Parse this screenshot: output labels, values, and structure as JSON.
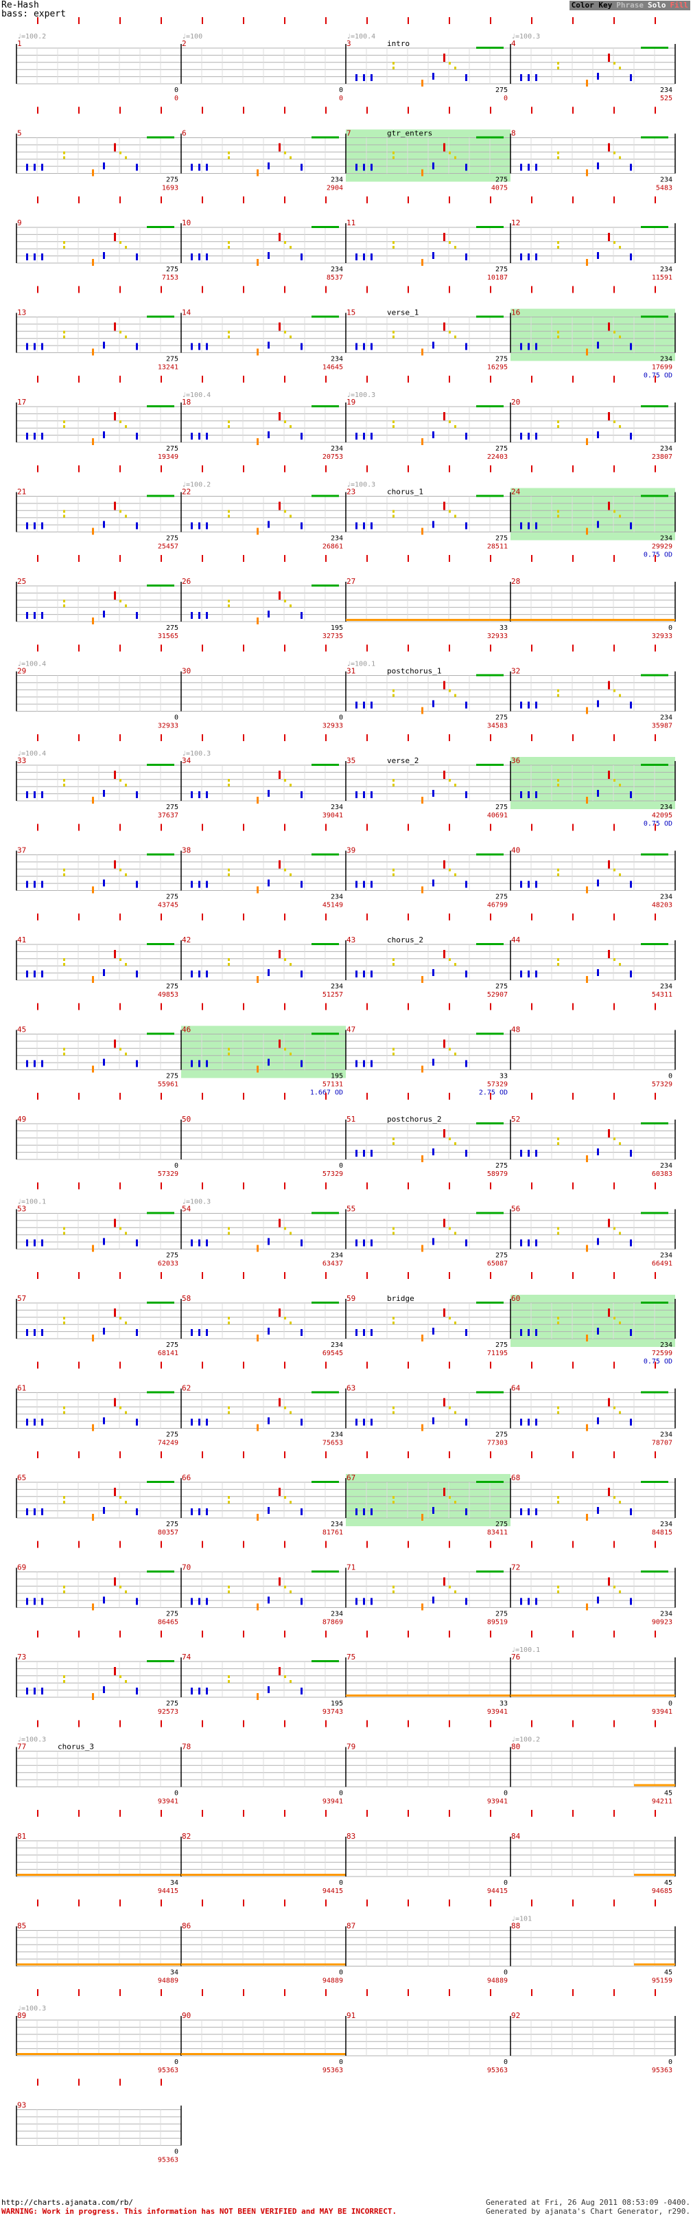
{
  "header": {
    "title": "Re-Hash",
    "difficulty": "bass: expert"
  },
  "legend": {
    "items": [
      {
        "label": "Color Key",
        "bg": "#808080",
        "fg": "#000000"
      },
      {
        "label": "Phrase",
        "bg": "#808080",
        "fg": "#bfbfbf"
      },
      {
        "label": "Solo",
        "bg": "#808080",
        "fg": "#ffffff"
      },
      {
        "label": "Fill",
        "bg": "#808080",
        "fg": "#ff6666"
      }
    ]
  },
  "colors": {
    "measure_number": "#c00000",
    "score": "#c00000",
    "multiplier_score": "#0000c0",
    "tempo": "#999999",
    "beat_tick": "#dd0000",
    "overdrive_fill": "#b8f0b8",
    "sustain": "#ff9900",
    "phrase_marker": "#00aa00",
    "note_blue": "#0000dd",
    "note_yellow": "#ddcc00",
    "note_orange": "#ff8800",
    "note_red": "#dd0000"
  },
  "chart_data": {
    "type": "table",
    "description_measures": [
      {
        "num": 1,
        "tempo": "♩=100.2",
        "section": "",
        "score": "0"
      },
      {
        "num": 2,
        "tempo": "♩=100",
        "section": "",
        "score": "0"
      },
      {
        "num": 3,
        "tempo": "♩=100.4",
        "section": "intro",
        "score": "0"
      },
      {
        "num": 4,
        "tempo": "♩=100.3",
        "section": "",
        "score": "525"
      },
      {
        "num": 5,
        "tempo": "",
        "section": "",
        "score": "1693"
      },
      {
        "num": 6,
        "tempo": "",
        "section": "",
        "score": "2904"
      },
      {
        "num": 7,
        "tempo": "",
        "section": "gtr_enters",
        "score": "4075"
      },
      {
        "num": 8,
        "tempo": "",
        "section": "",
        "score": "5483"
      },
      {
        "num": 9,
        "tempo": "",
        "section": "",
        "score": "7153"
      },
      {
        "num": 10,
        "tempo": "",
        "section": "",
        "score": "8537"
      },
      {
        "num": 11,
        "tempo": "",
        "section": "",
        "score": "10187"
      },
      {
        "num": 12,
        "tempo": "",
        "section": "",
        "score": "11591"
      },
      {
        "num": 13,
        "tempo": "",
        "section": "",
        "score": "13241"
      },
      {
        "num": 14,
        "tempo": "",
        "section": "",
        "score": "14645"
      },
      {
        "num": 15,
        "tempo": "",
        "section": "verse_1",
        "score": "16295"
      },
      {
        "num": 16,
        "tempo": "",
        "section": "",
        "score": "17699"
      },
      {
        "num": 17,
        "tempo": "",
        "section": "",
        "score": "19349"
      },
      {
        "num": 18,
        "tempo": "♩=100.4",
        "section": "",
        "score": "20753"
      },
      {
        "num": 19,
        "tempo": "♩=100.3",
        "section": "",
        "score": "22403"
      },
      {
        "num": 20,
        "tempo": "",
        "section": "",
        "score": "23807"
      },
      {
        "num": 21,
        "tempo": "",
        "section": "",
        "score": "25457"
      },
      {
        "num": 22,
        "tempo": "♩=100.2",
        "section": "",
        "score": "26861"
      },
      {
        "num": 23,
        "tempo": "♩=100.3",
        "section": "chorus_1",
        "score": "28511"
      },
      {
        "num": 24,
        "tempo": "",
        "section": "",
        "score": "29929"
      },
      {
        "num": 25,
        "tempo": "",
        "section": "",
        "score": "31565"
      },
      {
        "num": 26,
        "tempo": "",
        "section": "",
        "score": "32735"
      },
      {
        "num": 27,
        "tempo": "",
        "section": "",
        "score": "32933"
      },
      {
        "num": 28,
        "tempo": "",
        "section": "",
        "score": "32933"
      },
      {
        "num": 29,
        "tempo": "♩=100.4",
        "section": "",
        "score": "32933"
      },
      {
        "num": 30,
        "tempo": "",
        "section": "",
        "score": "32933"
      },
      {
        "num": 31,
        "tempo": "♩=100.1",
        "section": "postchorus_1",
        "score": "34583"
      },
      {
        "num": 32,
        "tempo": "",
        "section": "",
        "score": "35987"
      },
      {
        "num": 33,
        "tempo": "♩=100.4",
        "section": "",
        "score": "37637"
      },
      {
        "num": 34,
        "tempo": "♩=100.3",
        "section": "",
        "score": "39041"
      },
      {
        "num": 35,
        "tempo": "",
        "section": "verse_2",
        "score": "40691"
      },
      {
        "num": 36,
        "tempo": "",
        "section": "",
        "score": "42095"
      },
      {
        "num": 37,
        "tempo": "",
        "section": "",
        "score": "43745"
      },
      {
        "num": 38,
        "tempo": "",
        "section": "",
        "score": "45149"
      },
      {
        "num": 39,
        "tempo": "",
        "section": "",
        "score": "46799"
      },
      {
        "num": 40,
        "tempo": "",
        "section": "",
        "score": "48203"
      },
      {
        "num": 41,
        "tempo": "",
        "section": "",
        "score": "49853"
      },
      {
        "num": 42,
        "tempo": "",
        "section": "",
        "score": "51257"
      },
      {
        "num": 43,
        "tempo": "",
        "section": "chorus_2",
        "score": "52907"
      },
      {
        "num": 44,
        "tempo": "",
        "section": "",
        "score": "54311"
      },
      {
        "num": 45,
        "tempo": "",
        "section": "",
        "score": "55961"
      },
      {
        "num": 46,
        "tempo": "",
        "section": "",
        "score": "57131"
      },
      {
        "num": 47,
        "tempo": "",
        "section": "",
        "score": "57329"
      },
      {
        "num": 48,
        "tempo": "",
        "section": "",
        "score": "57329"
      },
      {
        "num": 49,
        "tempo": "",
        "section": "",
        "score": "57329"
      },
      {
        "num": 50,
        "tempo": "",
        "section": "",
        "score": "57329"
      },
      {
        "num": 51,
        "tempo": "",
        "section": "postchorus_2",
        "score": "58979"
      },
      {
        "num": 52,
        "tempo": "",
        "section": "",
        "score": "60383"
      },
      {
        "num": 53,
        "tempo": "♩=100.1",
        "section": "",
        "score": "62033"
      },
      {
        "num": 54,
        "tempo": "♩=100.3",
        "section": "",
        "score": "63437"
      },
      {
        "num": 55,
        "tempo": "",
        "section": "",
        "score": "65087"
      },
      {
        "num": 56,
        "tempo": "",
        "section": "",
        "score": "66491"
      },
      {
        "num": 57,
        "tempo": "",
        "section": "",
        "score": "68141"
      },
      {
        "num": 58,
        "tempo": "",
        "section": "",
        "score": "69545"
      },
      {
        "num": 59,
        "tempo": "",
        "section": "bridge",
        "score": "71195"
      },
      {
        "num": 60,
        "tempo": "",
        "section": "",
        "score": "72599"
      },
      {
        "num": 61,
        "tempo": "",
        "section": "",
        "score": "74249"
      },
      {
        "num": 62,
        "tempo": "",
        "section": "",
        "score": "75653"
      },
      {
        "num": 63,
        "tempo": "",
        "section": "",
        "score": "77303"
      },
      {
        "num": 64,
        "tempo": "",
        "section": "",
        "score": "78707"
      },
      {
        "num": 65,
        "tempo": "",
        "section": "",
        "score": "80357"
      },
      {
        "num": 66,
        "tempo": "",
        "section": "",
        "score": "81761"
      },
      {
        "num": 67,
        "tempo": "",
        "section": "",
        "score": "83411"
      },
      {
        "num": 68,
        "tempo": "",
        "section": "",
        "score": "84815"
      },
      {
        "num": 69,
        "tempo": "",
        "section": "",
        "score": "86465"
      },
      {
        "num": 70,
        "tempo": "",
        "section": "",
        "score": "87869"
      },
      {
        "num": 71,
        "tempo": "",
        "section": "",
        "score": "89519"
      },
      {
        "num": 72,
        "tempo": "",
        "section": "",
        "score": "90923"
      },
      {
        "num": 73,
        "tempo": "",
        "section": "",
        "score": "92573"
      },
      {
        "num": 74,
        "tempo": "",
        "section": "",
        "score": "93743"
      },
      {
        "num": 75,
        "tempo": "",
        "section": "",
        "score": "93941"
      },
      {
        "num": 76,
        "tempo": "♩=100.1",
        "section": "",
        "score": "93941"
      },
      {
        "num": 77,
        "tempo": "♩=100.3",
        "section": "chorus_3",
        "score": "93941"
      },
      {
        "num": 78,
        "tempo": "",
        "section": "",
        "score": "93941"
      },
      {
        "num": 79,
        "tempo": "",
        "section": "",
        "score": "93941"
      },
      {
        "num": 80,
        "tempo": "♩=100.2",
        "section": "",
        "score": "94211"
      },
      {
        "num": 81,
        "tempo": "",
        "section": "",
        "score": "94415"
      },
      {
        "num": 82,
        "tempo": "",
        "section": "",
        "score": "94415"
      },
      {
        "num": 83,
        "tempo": "",
        "section": "",
        "score": "94415"
      },
      {
        "num": 84,
        "tempo": "",
        "section": "",
        "score": "94685"
      },
      {
        "num": 85,
        "tempo": "",
        "section": "",
        "score": "94889"
      },
      {
        "num": 86,
        "tempo": "",
        "section": "",
        "score": "94889"
      },
      {
        "num": 87,
        "tempo": "",
        "section": "",
        "score": "94889"
      },
      {
        "num": 88,
        "tempo": "♩=101",
        "section": "",
        "score": "95159"
      },
      {
        "num": 89,
        "tempo": "♩=100.3",
        "section": "",
        "score": "95363"
      },
      {
        "num": 90,
        "tempo": "",
        "section": "",
        "score": "95363"
      },
      {
        "num": 91,
        "tempo": "",
        "section": "",
        "score": "95363"
      },
      {
        "num": 92,
        "tempo": "",
        "section": "",
        "score": "95363"
      },
      {
        "num": 93,
        "tempo": "",
        "section": "",
        "score": "95363"
      }
    ],
    "measure_note_counts": [
      {
        "num": 1,
        "count": "0"
      },
      {
        "num": 2,
        "count": "0"
      },
      {
        "num": 3,
        "count": "275"
      },
      {
        "num": 4,
        "count": "234"
      },
      {
        "num": 5,
        "count": "275"
      },
      {
        "num": 6,
        "count": "234"
      },
      {
        "num": 7,
        "count": "275"
      },
      {
        "num": 8,
        "count": "234"
      },
      {
        "num": 9,
        "count": "275"
      },
      {
        "num": 10,
        "count": "234"
      },
      {
        "num": 11,
        "count": "275"
      },
      {
        "num": 12,
        "count": "234"
      },
      {
        "num": 13,
        "count": "275"
      },
      {
        "num": 14,
        "count": "234"
      },
      {
        "num": 15,
        "count": "275"
      },
      {
        "num": 16,
        "count": "234"
      },
      {
        "num": 17,
        "count": "275"
      },
      {
        "num": 18,
        "count": "234"
      },
      {
        "num": 19,
        "count": "275"
      },
      {
        "num": 20,
        "count": "234"
      },
      {
        "num": 21,
        "count": "275"
      },
      {
        "num": 22,
        "count": "234"
      },
      {
        "num": 23,
        "count": "275"
      },
      {
        "num": 24,
        "count": "234"
      },
      {
        "num": 25,
        "count": "275"
      },
      {
        "num": 26,
        "count": "195"
      },
      {
        "num": 27,
        "count": "33"
      },
      {
        "num": 28,
        "count": "0"
      },
      {
        "num": 29,
        "count": "0"
      },
      {
        "num": 30,
        "count": "0"
      },
      {
        "num": 31,
        "count": "275"
      },
      {
        "num": 32,
        "count": "234"
      },
      {
        "num": 33,
        "count": "275"
      },
      {
        "num": 34,
        "count": "234"
      },
      {
        "num": 35,
        "count": "275"
      },
      {
        "num": 36,
        "count": "234"
      },
      {
        "num": 37,
        "count": "275"
      },
      {
        "num": 38,
        "count": "234"
      },
      {
        "num": 39,
        "count": "275"
      },
      {
        "num": 40,
        "count": "234"
      },
      {
        "num": 41,
        "count": "275"
      },
      {
        "num": 42,
        "count": "234"
      },
      {
        "num": 43,
        "count": "275"
      },
      {
        "num": 44,
        "count": "234"
      },
      {
        "num": 45,
        "count": "275"
      },
      {
        "num": 46,
        "count": "195"
      },
      {
        "num": 47,
        "count": "33"
      },
      {
        "num": 48,
        "count": "0"
      },
      {
        "num": 49,
        "count": "0"
      },
      {
        "num": 50,
        "count": "0"
      },
      {
        "num": 51,
        "count": "275"
      },
      {
        "num": 52,
        "count": "234"
      },
      {
        "num": 53,
        "count": "275"
      },
      {
        "num": 54,
        "count": "234"
      },
      {
        "num": 55,
        "count": "275"
      },
      {
        "num": 56,
        "count": "234"
      },
      {
        "num": 57,
        "count": "275"
      },
      {
        "num": 58,
        "count": "234"
      },
      {
        "num": 59,
        "count": "275"
      },
      {
        "num": 60,
        "count": "234"
      },
      {
        "num": 61,
        "count": "275"
      },
      {
        "num": 62,
        "count": "234"
      },
      {
        "num": 63,
        "count": "275"
      },
      {
        "num": 64,
        "count": "234"
      },
      {
        "num": 65,
        "count": "275"
      },
      {
        "num": 66,
        "count": "234"
      },
      {
        "num": 67,
        "count": "275"
      },
      {
        "num": 68,
        "count": "234"
      },
      {
        "num": 69,
        "count": "275"
      },
      {
        "num": 70,
        "count": "234"
      },
      {
        "num": 71,
        "count": "275"
      },
      {
        "num": 72,
        "count": "234"
      },
      {
        "num": 73,
        "count": "275"
      },
      {
        "num": 74,
        "count": "195"
      },
      {
        "num": 75,
        "count": "33"
      },
      {
        "num": 76,
        "count": "0"
      },
      {
        "num": 77,
        "count": "0"
      },
      {
        "num": 78,
        "count": "0"
      },
      {
        "num": 79,
        "count": "0"
      },
      {
        "num": 80,
        "count": "45"
      },
      {
        "num": 81,
        "count": "34"
      },
      {
        "num": 82,
        "count": "0"
      },
      {
        "num": 83,
        "count": "0"
      },
      {
        "num": 84,
        "count": "45"
      },
      {
        "num": 85,
        "count": "34"
      },
      {
        "num": 86,
        "count": "0"
      },
      {
        "num": 87,
        "count": "0"
      },
      {
        "num": 88,
        "count": "45"
      },
      {
        "num": 89,
        "count": "0"
      },
      {
        "num": 90,
        "count": "0"
      },
      {
        "num": 91,
        "count": "0"
      },
      {
        "num": 92,
        "count": "0"
      },
      {
        "num": 93,
        "count": "0"
      }
    ],
    "overdrive_measures": [
      7,
      16,
      24,
      36,
      46,
      60,
      67
    ],
    "overdrive_labels": [
      {
        "measure": 16,
        "text": "0.75 OD"
      },
      {
        "measure": 24,
        "text": "0.75 OD"
      },
      {
        "measure": 36,
        "text": "0.75 OD"
      },
      {
        "measure": 46,
        "text": "1.667 OD"
      },
      {
        "measure": 47,
        "text": "2.75 OD"
      },
      {
        "measure": 60,
        "text": "0.75 OD"
      }
    ],
    "sustain_measures": [
      27,
      28,
      75,
      76,
      81,
      82,
      85,
      86,
      89,
      90
    ],
    "rest_measures": [
      1,
      2,
      29,
      30,
      48,
      49,
      50,
      77,
      78,
      79,
      83,
      87,
      91,
      92,
      93
    ],
    "short_phrase_measures": [
      80,
      84,
      88
    ]
  },
  "footer": {
    "url": "http://charts.ajanata.com/rb/",
    "warning": "WARNING: Work in progress. This information has NOT BEEN VERIFIED and MAY BE INCORRECT.",
    "generated_line1": "Generated at Fri, 26 Aug 2011 08:53:09 -0400.",
    "generated_line2": "Generated by ajanata's Chart Generator, r290."
  }
}
